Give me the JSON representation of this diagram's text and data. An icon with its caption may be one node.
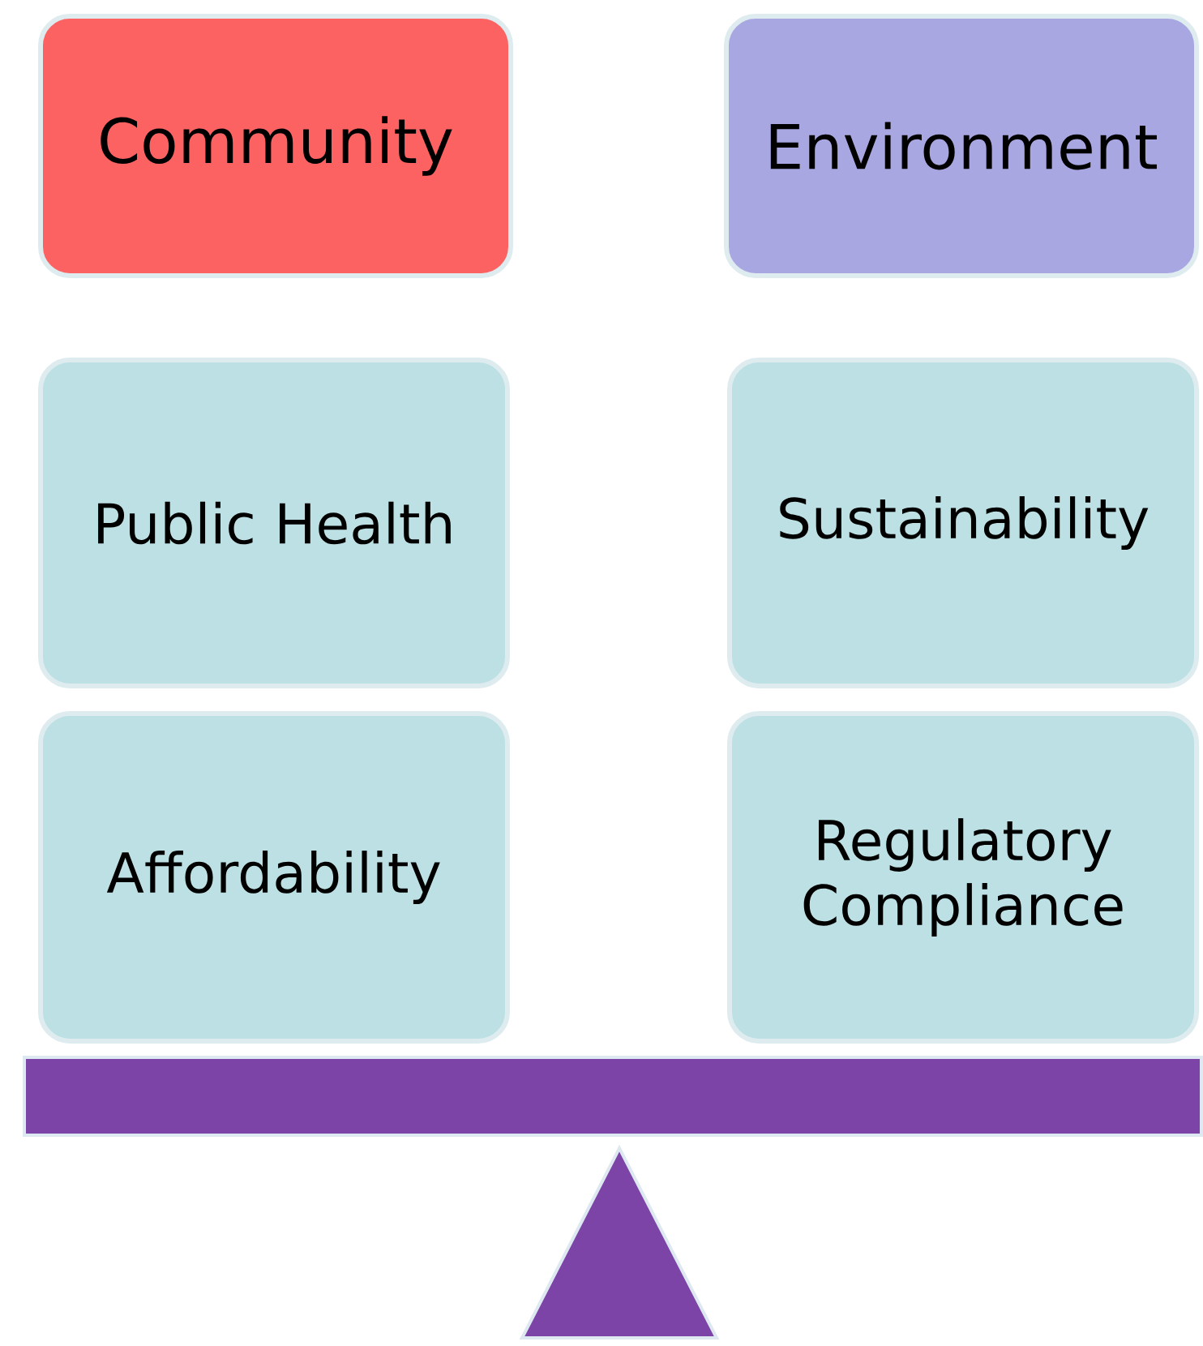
{
  "diagram": {
    "nodes": [
      {
        "text": [
          "Community"
        ]
      },
      {
        "text": [
          "Environment"
        ]
      },
      {
        "text": [
          "Public Health"
        ]
      },
      {
        "text": [
          "Sustainability"
        ]
      },
      {
        "text": [
          "Affordability"
        ]
      },
      {
        "text": [
          "Regulatory Compliance"
        ]
      }
    ]
  }
}
